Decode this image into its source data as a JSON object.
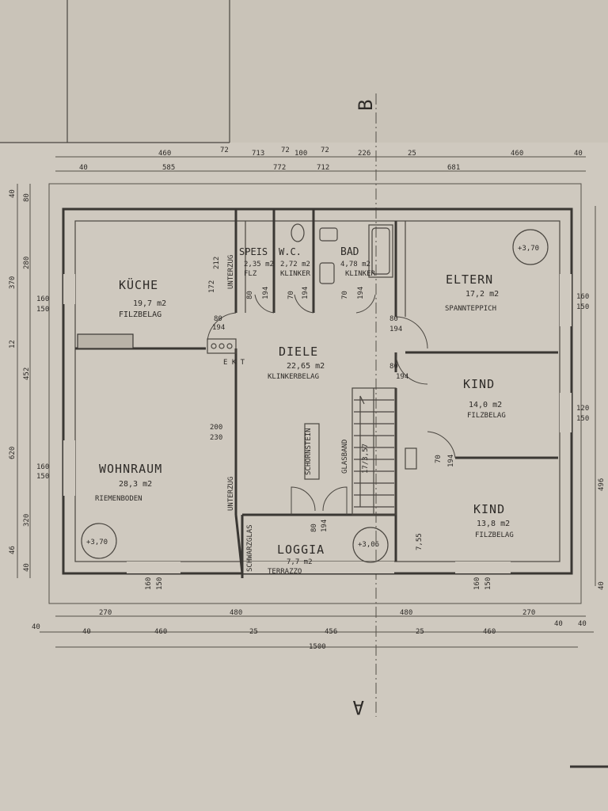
{
  "colors": {
    "paper": "#cfc9bf",
    "ink": "#3a3733"
  },
  "section_marks": {
    "top": "B",
    "bottom": "A"
  },
  "rooms": {
    "kueche": {
      "name": "KÜCHE",
      "area": "19,7 m2",
      "floor": "FILZBELAG"
    },
    "speis": {
      "name": "SPEIS",
      "area": "2,35 m2",
      "floor": "FLZ"
    },
    "wc": {
      "name": "W.C.",
      "area": "2,72 m2",
      "floor": "KLINKER"
    },
    "bad": {
      "name": "BAD",
      "area": "4,78 m2",
      "floor": "KLINKER"
    },
    "eltern": {
      "name": "ELTERN",
      "area": "17,2 m2",
      "floor": "SPANNTEPPICH"
    },
    "diele": {
      "name": "DIELE",
      "area": "22,65 m2",
      "floor": "KLINKERBELAG"
    },
    "kind1": {
      "name": "KIND",
      "area": "14,0 m2",
      "floor": "FILZBELAG"
    },
    "wohnraum": {
      "name": "WOHNRAUM",
      "area": "28,3 m2",
      "floor": "RIEMENBODEN"
    },
    "kind2": {
      "name": "KIND",
      "area": "13,8 m2",
      "floor": "FILZBELAG"
    },
    "loggia": {
      "name": "LOGGIA",
      "area": "7,7 m2",
      "floor": "TERRAZZO"
    }
  },
  "levels": {
    "eltern": "+3,70",
    "wohnraum": "+3,70",
    "loggia": "+3,06"
  },
  "labels": {
    "ekt": "E K T",
    "unterzug1": "UNTERZUG",
    "unterzug2": "UNTERZUG",
    "glasband": "GLASBAND",
    "stair_no": "17/3,57",
    "schornstein": "SCHORNSTEIN",
    "loggia_side": "SCHWARZGLAS"
  },
  "dimensions": {
    "top_row1": [
      "460",
      "72",
      "713",
      "72",
      "100",
      "72",
      "226",
      "25",
      "460",
      "40"
    ],
    "top_row2": [
      "40",
      "585",
      "772",
      "712",
      "681"
    ],
    "bottom_row1": [
      "270",
      "480",
      "480",
      "270"
    ],
    "bottom_row2": [
      "40",
      "40",
      "460",
      "25",
      "456",
      "25",
      "460",
      "40",
      "40"
    ],
    "bottom_total": "1500",
    "left": [
      "40",
      "80",
      "370",
      "280",
      "160",
      "150",
      "12",
      "452",
      "620",
      "160",
      "150",
      "320",
      "46",
      "40"
    ],
    "right": [
      "160",
      "150",
      "120",
      "150",
      "496",
      "40"
    ],
    "doors": [
      "80",
      "194",
      "80",
      "194",
      "80",
      "194",
      "80",
      "194",
      "70",
      "194",
      "70",
      "194",
      "70",
      "194",
      "80",
      "194"
    ],
    "opening_1": "200",
    "opening_2": "230",
    "window_labels": [
      "160",
      "150",
      "160",
      "150",
      "160",
      "150",
      "160",
      "150",
      "160",
      "150",
      "120",
      "150"
    ],
    "stair_step": "7,55",
    "bad_h": "212",
    "speis_h": "172"
  }
}
